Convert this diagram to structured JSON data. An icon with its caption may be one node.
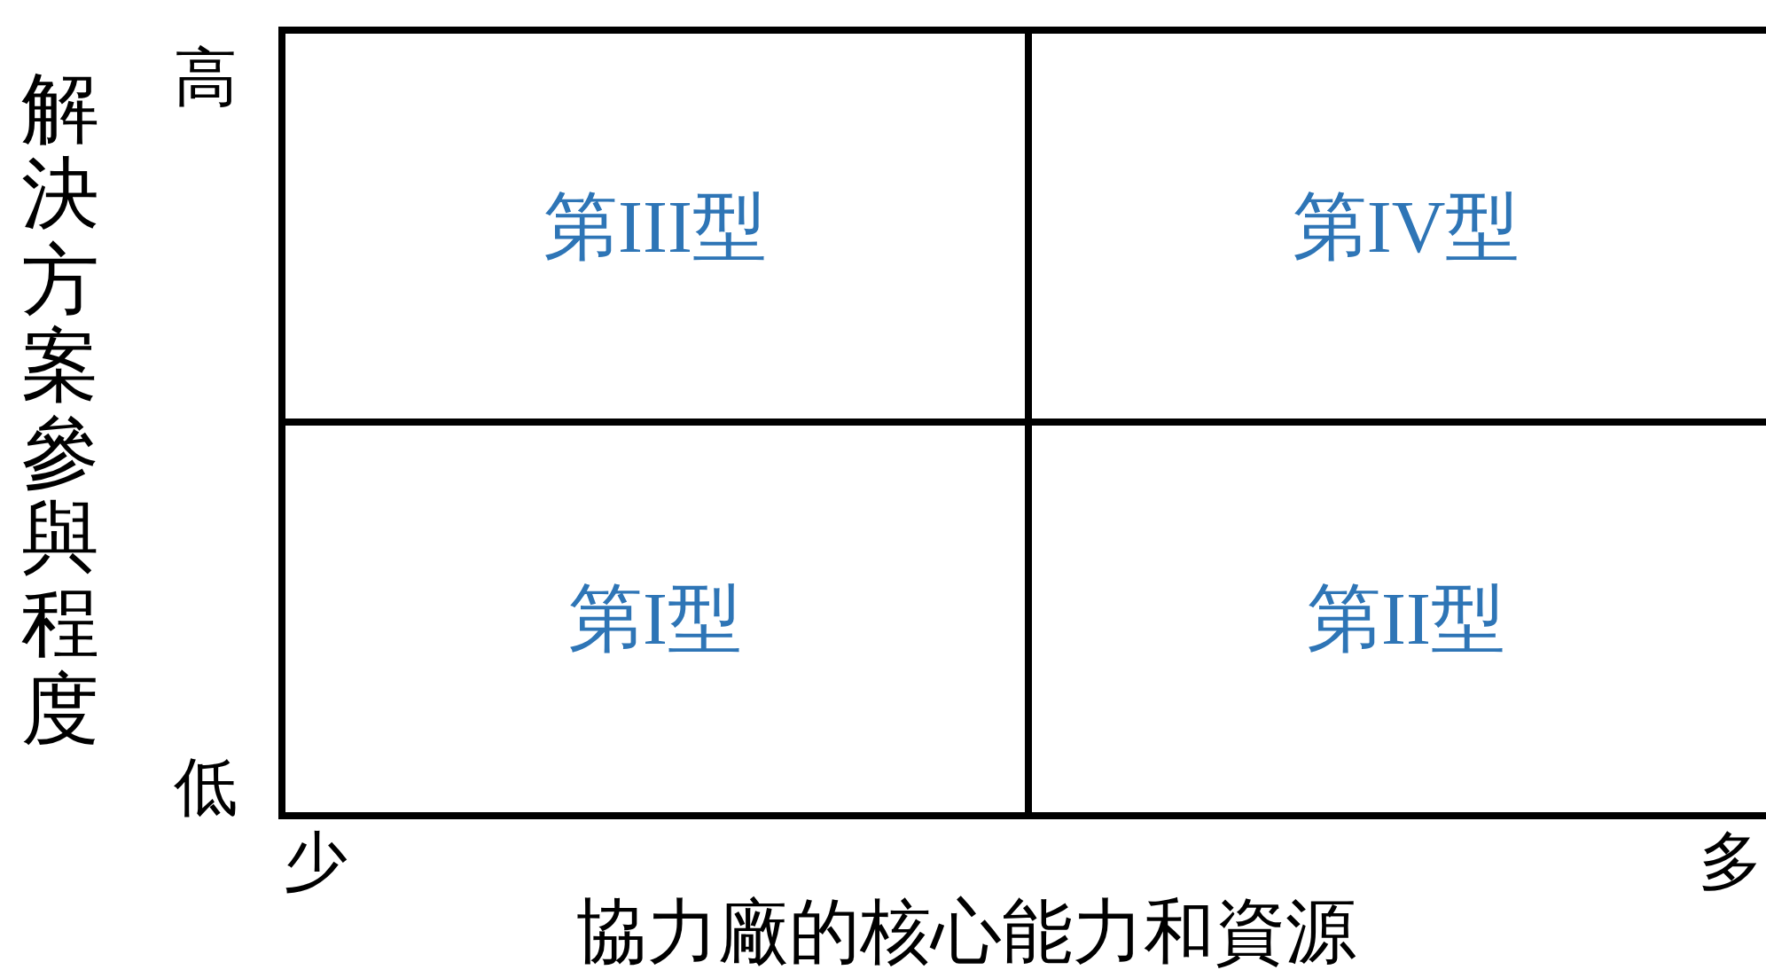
{
  "diagram": {
    "nodes": [
      {
        "text": [
          "第III型"
        ]
      },
      {
        "text": [
          "第IV型"
        ]
      },
      {
        "text": [
          "第I型"
        ]
      },
      {
        "text": [
          "第II型"
        ]
      }
    ],
    "labels": [
      "高",
      "低",
      "少",
      "多",
      "解決方案參與程度",
      "協力廠的核心能力和資源"
    ]
  }
}
